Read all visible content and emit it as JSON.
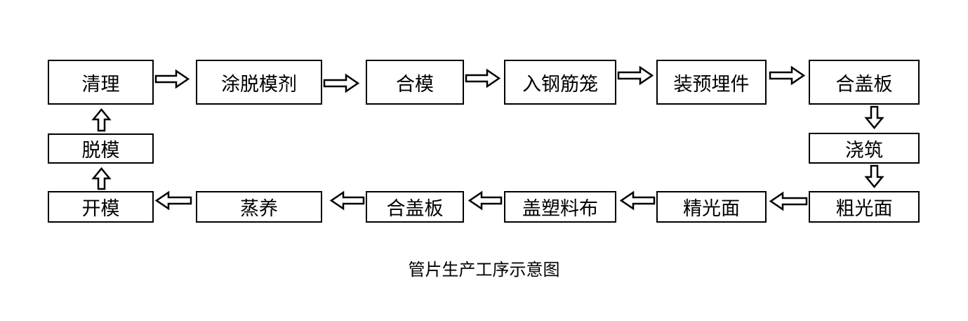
{
  "steps": {
    "qingli": "清理",
    "tutuo": "涂脱模剂",
    "hemo": "合模",
    "rugang": "入钢筋笼",
    "zhuangyu": "装预埋件",
    "hegai_top": "合盖板",
    "jiaozhu": "浇筑",
    "cuguang": "粗光面",
    "jingguang": "精光面",
    "gaisuliao": "盖塑料布",
    "hegai_bottom": "合盖板",
    "zhengyang": "蒸养",
    "kaimo": "开模",
    "tuomo": "脱模"
  },
  "caption": "管片生产工序示意图",
  "colors": {
    "stroke": "#000000",
    "background": "#ffffff",
    "text": "#000000"
  }
}
